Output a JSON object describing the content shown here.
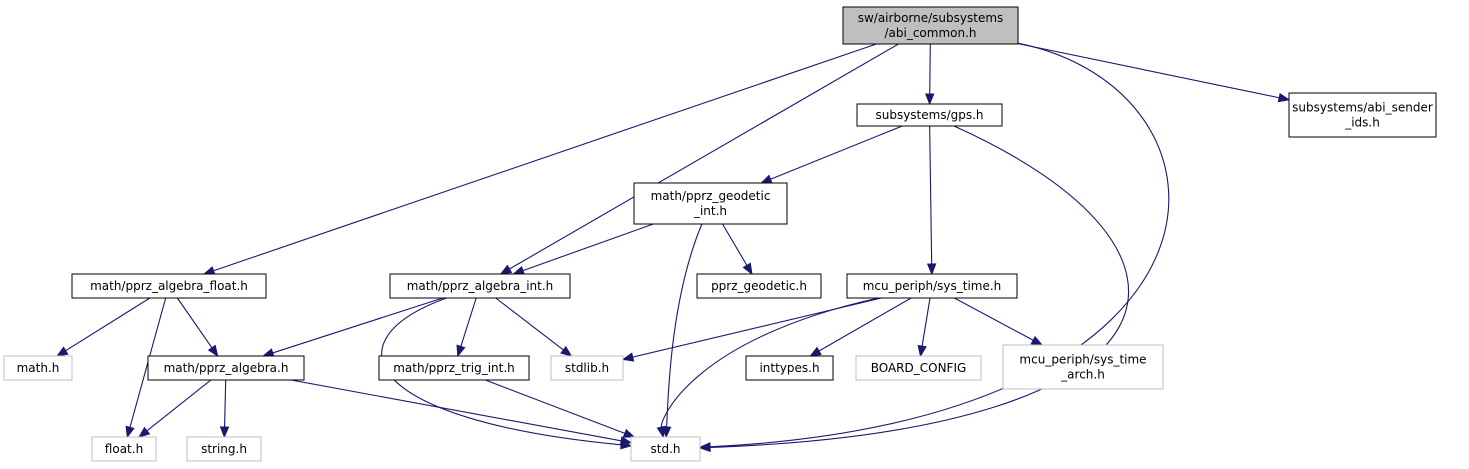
{
  "colors": {
    "edge": "#191970",
    "root_fill": "#bfbfbf",
    "node_fill": "#ffffff",
    "node_border": "#000000",
    "missing_border": "#bfbfbf",
    "text": "#000000"
  },
  "nodes": [
    {
      "id": "abi_common",
      "lines": [
        "sw/airborne/subsystems",
        "/abi_common.h"
      ],
      "kind": "root"
    },
    {
      "id": "gps",
      "lines": [
        "subsystems/gps.h"
      ],
      "kind": "normal"
    },
    {
      "id": "abi_sender",
      "lines": [
        "subsystems/abi_sender",
        "_ids.h"
      ],
      "kind": "normal"
    },
    {
      "id": "geodetic_int",
      "lines": [
        "math/pprz_geodetic",
        "_int.h"
      ],
      "kind": "normal"
    },
    {
      "id": "algebra_float",
      "lines": [
        "math/pprz_algebra_float.h"
      ],
      "kind": "normal"
    },
    {
      "id": "algebra_int",
      "lines": [
        "math/pprz_algebra_int.h"
      ],
      "kind": "normal"
    },
    {
      "id": "pprz_geodetic",
      "lines": [
        "pprz_geodetic.h"
      ],
      "kind": "normal"
    },
    {
      "id": "sys_time",
      "lines": [
        "mcu_periph/sys_time.h"
      ],
      "kind": "normal"
    },
    {
      "id": "math_h",
      "lines": [
        "math.h"
      ],
      "kind": "missing"
    },
    {
      "id": "algebra",
      "lines": [
        "math/pprz_algebra.h"
      ],
      "kind": "normal"
    },
    {
      "id": "trig_int",
      "lines": [
        "math/pprz_trig_int.h"
      ],
      "kind": "normal"
    },
    {
      "id": "stdlib",
      "lines": [
        "stdlib.h"
      ],
      "kind": "missing"
    },
    {
      "id": "inttypes",
      "lines": [
        "inttypes.h"
      ],
      "kind": "normal"
    },
    {
      "id": "board_config",
      "lines": [
        "BOARD_CONFIG"
      ],
      "kind": "missing"
    },
    {
      "id": "sys_time_arch",
      "lines": [
        "mcu_periph/sys_time",
        "_arch.h"
      ],
      "kind": "missing"
    },
    {
      "id": "float_h",
      "lines": [
        "float.h"
      ],
      "kind": "missing"
    },
    {
      "id": "string_h",
      "lines": [
        "string.h"
      ],
      "kind": "missing"
    },
    {
      "id": "std_h",
      "lines": [
        "std.h"
      ],
      "kind": "missing"
    }
  ],
  "edges": [
    {
      "from": "abi_common",
      "to": "algebra_float"
    },
    {
      "from": "abi_common",
      "to": "algebra_int"
    },
    {
      "from": "abi_common",
      "to": "gps"
    },
    {
      "from": "abi_common",
      "to": "abi_sender"
    },
    {
      "from": "abi_common",
      "to": "std_h"
    },
    {
      "from": "gps",
      "to": "geodetic_int"
    },
    {
      "from": "gps",
      "to": "sys_time"
    },
    {
      "from": "gps",
      "to": "std_h"
    },
    {
      "from": "geodetic_int",
      "to": "algebra_int"
    },
    {
      "from": "geodetic_int",
      "to": "pprz_geodetic"
    },
    {
      "from": "geodetic_int",
      "to": "std_h"
    },
    {
      "from": "algebra_float",
      "to": "math_h"
    },
    {
      "from": "algebra_float",
      "to": "algebra"
    },
    {
      "from": "algebra_float",
      "to": "float_h"
    },
    {
      "from": "algebra_int",
      "to": "algebra"
    },
    {
      "from": "algebra_int",
      "to": "trig_int"
    },
    {
      "from": "algebra_int",
      "to": "stdlib"
    },
    {
      "from": "algebra_int",
      "to": "std_h"
    },
    {
      "from": "sys_time",
      "to": "stdlib"
    },
    {
      "from": "sys_time",
      "to": "inttypes"
    },
    {
      "from": "sys_time",
      "to": "board_config"
    },
    {
      "from": "sys_time",
      "to": "sys_time_arch"
    },
    {
      "from": "sys_time",
      "to": "std_h"
    },
    {
      "from": "algebra",
      "to": "float_h"
    },
    {
      "from": "algebra",
      "to": "string_h"
    },
    {
      "from": "algebra",
      "to": "std_h"
    },
    {
      "from": "trig_int",
      "to": "std_h"
    }
  ]
}
